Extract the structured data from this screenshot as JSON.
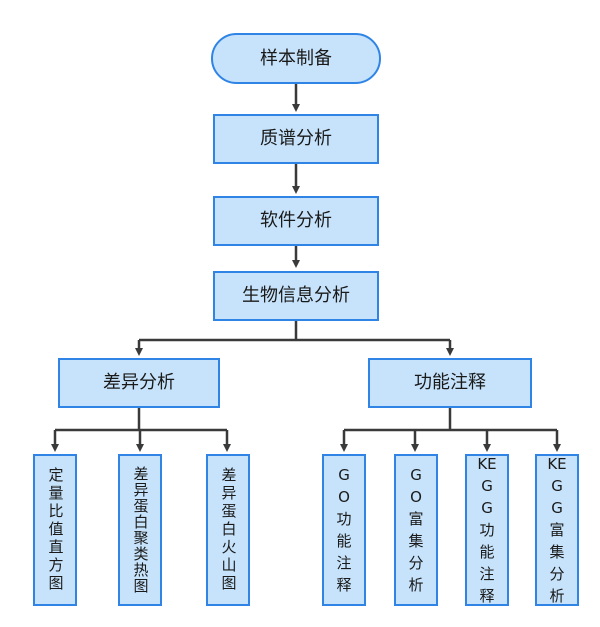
{
  "colors": {
    "fill": "#c6e3fb",
    "border": "#2f84e6",
    "line": "#3a3a3a"
  },
  "nodes": {
    "sample_prep": "样本制备",
    "mass_spec": "质谱分析",
    "software": "软件分析",
    "bioinfo": "生物信息分析",
    "diff": "差异分析",
    "func": "功能注释",
    "quant_hist": "定量比值直方图",
    "heatmap": "差异蛋白聚类热图",
    "volcano": "差异蛋白火山图",
    "go_func": "GO功能注释",
    "go_enrich": "GO富集分析",
    "kegg_func": "KEGG功能注释",
    "kegg_enrich": "KEGG富集分析"
  }
}
